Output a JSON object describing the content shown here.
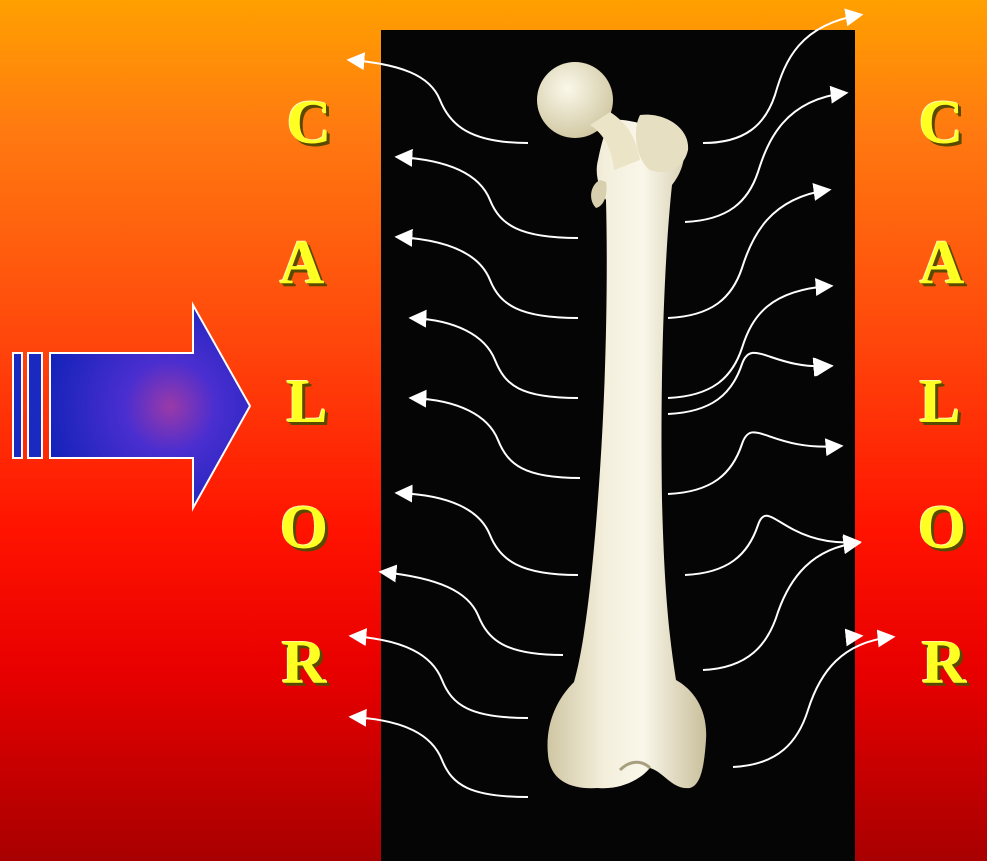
{
  "slide": {
    "left_word": [
      "C",
      "A",
      "L",
      "O",
      "R"
    ],
    "right_word": [
      "C",
      "A",
      "L",
      "O",
      "R"
    ],
    "colors": {
      "background_top": "#ffa000",
      "background_bottom": "#a80000",
      "letters": "#ffff22",
      "arrow_fill": "#1e2cc8",
      "arrow_center": "#8a3ab0",
      "bone_panel": "#050505",
      "bone": "#ede6cc",
      "heat_lines": "#ffffff"
    },
    "icons": {
      "input_arrow": "block-arrow-right-icon",
      "heat_flow": "curved-arrow-icon",
      "bone_image": "femur-bone-illustration"
    }
  }
}
